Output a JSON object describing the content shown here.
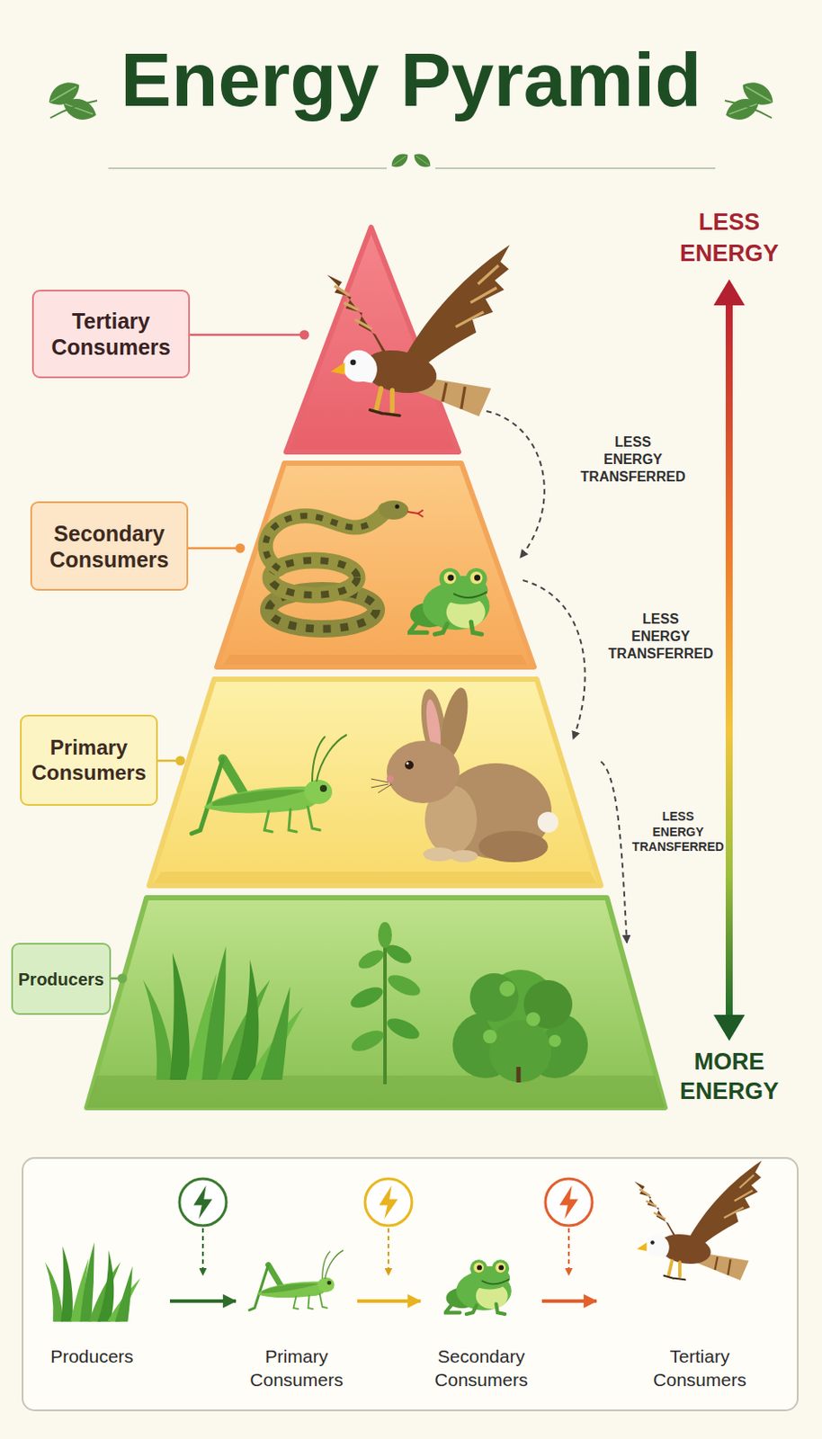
{
  "diagram": {
    "title": "Energy Pyramid",
    "nodes": [
      {
        "text": [
          "Tertiary Consumers"
        ]
      },
      {
        "text": [
          "Secondary Consumers"
        ]
      },
      {
        "text": [
          "Primary Consumers"
        ]
      },
      {
        "text": [
          "Producers"
        ]
      },
      {
        "text": [
          "Producers"
        ]
      },
      {
        "text": [
          "Primary Consumers"
        ]
      },
      {
        "text": [
          "Secondary Consumers"
        ]
      },
      {
        "text": [
          "Tertiary Consumers"
        ]
      }
    ],
    "edges": [
      {
        "from": 4,
        "to": 5,
        "arrow": "to"
      },
      {
        "from": 5,
        "to": 6,
        "arrow": "to"
      },
      {
        "from": 6,
        "to": 7,
        "arrow": "to"
      }
    ],
    "labels": [
      "LESS ENERGY",
      "LESS ENERGY TRANSFERRED",
      "LESS ENERGY TRANSFERRED",
      "LESS ENERGY TRANSFERRED",
      "MORE ENERGY"
    ]
  }
}
